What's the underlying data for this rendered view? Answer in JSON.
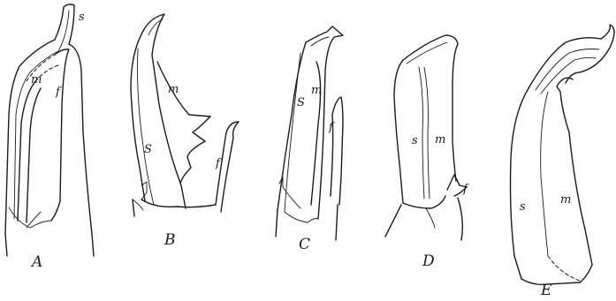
{
  "figures": [
    {
      "letter": "A",
      "parts": [
        "s",
        "m",
        "f"
      ]
    },
    {
      "letter": "B",
      "parts": [
        "m",
        "S",
        "f"
      ]
    },
    {
      "letter": "C",
      "parts": [
        "S",
        "m",
        "f"
      ]
    },
    {
      "letter": "D",
      "parts": [
        "s",
        "m",
        "f"
      ]
    },
    {
      "letter": "E",
      "parts": [
        "s",
        "m"
      ]
    }
  ],
  "colors": {
    "ink": "#1a1a1a",
    "paper": "#ffffff"
  }
}
